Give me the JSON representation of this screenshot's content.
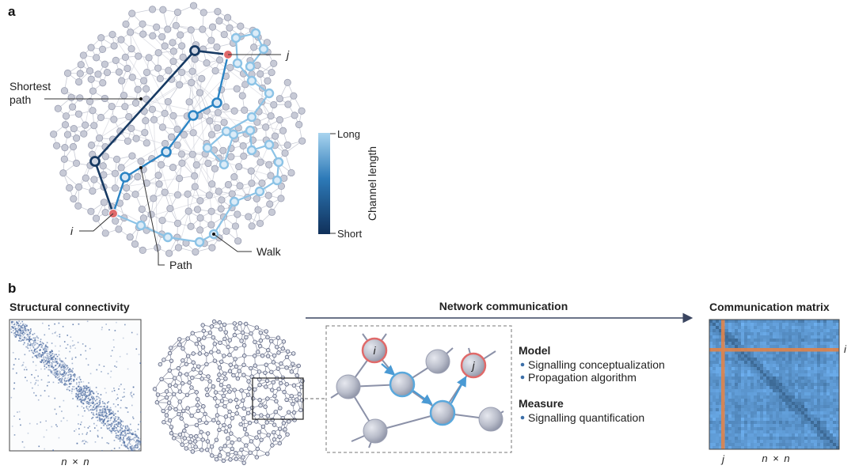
{
  "panel_a": {
    "letter": "a",
    "labels": {
      "shortest_path_line1": "Shortest",
      "shortest_path_line2": "path",
      "node_i": "i",
      "node_j": "j",
      "path": "Path",
      "walk": "Walk"
    },
    "colorbar": {
      "title": "Channel length",
      "top": "Long",
      "bottom": "Short",
      "colors": [
        "#a8d4ef",
        "#2d7ab8",
        "#10305a"
      ]
    }
  },
  "panel_b": {
    "letter": "b",
    "structural_connectivity": {
      "title": "Structural connectivity",
      "dims_n1": "n",
      "dims_x": "×",
      "dims_n2": "n"
    },
    "network_communication": {
      "title": "Network communication",
      "inset_node_i": "i",
      "inset_node_j": "j",
      "model_heading": "Model",
      "model_items": [
        "Signalling conceptualization",
        "Propagation algorithm"
      ],
      "measure_heading": "Measure",
      "measure_items": [
        "Signalling quantification"
      ]
    },
    "communication_matrix": {
      "title": "Communication matrix",
      "row_label": "i",
      "col_label": "j",
      "dims_n1": "n",
      "dims_x": "×",
      "dims_n2": "n"
    }
  },
  "colors": {
    "node_fill": "#c7cad6",
    "node_stroke": "#9ca0b3",
    "edge": "#c9ccd6",
    "highlight_red": "#e06a6a",
    "light_blue": "#8cc3e6",
    "mid_blue": "#2b84c4",
    "dark_blue": "#173a63",
    "matrix_blue": "#5b90c8",
    "matrix_orange": "#e0844a",
    "brain_b": "#555d7a"
  }
}
